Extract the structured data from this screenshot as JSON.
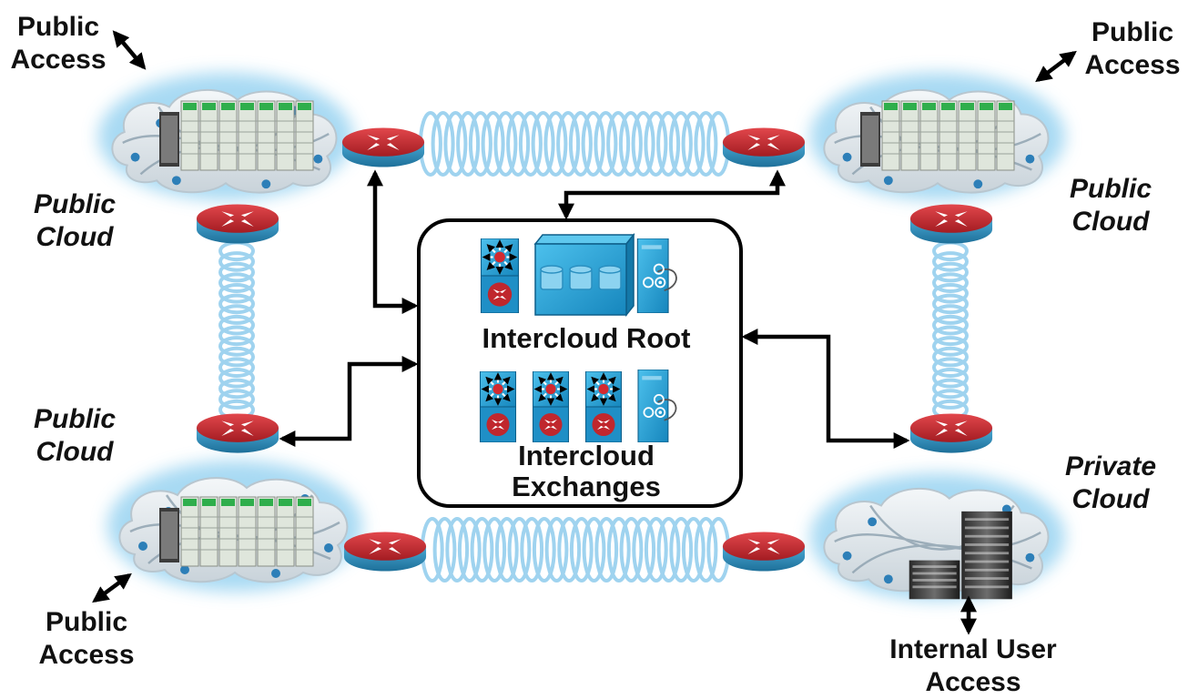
{
  "labels": {
    "top_left_access": [
      "Public",
      "Access"
    ],
    "top_right_access": [
      "Public",
      "Access"
    ],
    "bottom_left_access": [
      "Public",
      "Access"
    ],
    "internal_access": [
      "Internal User",
      "Access"
    ],
    "cloud_top_left": [
      "Public",
      "Cloud"
    ],
    "cloud_top_right": [
      "Public",
      "Cloud"
    ],
    "cloud_bottom_left": [
      "Public",
      "Cloud"
    ],
    "cloud_bottom_right": [
      "Private",
      "Cloud"
    ]
  },
  "center": {
    "root_label": "Intercloud Root",
    "exchange_label": [
      "Intercloud",
      "Exchanges"
    ]
  },
  "colors": {
    "router_red": "#c0272d",
    "device_blue": "#2aa2d6",
    "cloud_glow": "#9fd6f2",
    "link_blue": "#9fd3ef",
    "arrow": "#000000"
  },
  "icons": [
    "cloud-icon",
    "server-rack-icon",
    "router-icon",
    "switch-icon",
    "storage-icon",
    "service-appliance-icon",
    "building-icon"
  ]
}
